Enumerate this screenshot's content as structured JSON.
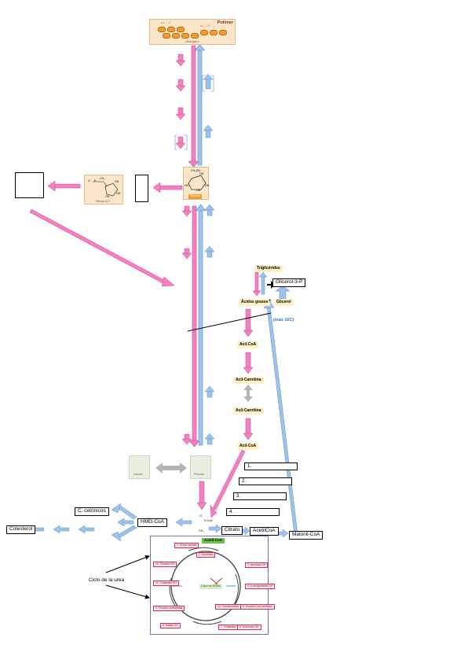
{
  "colors": {
    "pink_arrow": "#f47fc1",
    "blue_arrow": "#9ec3ea",
    "grey_arrow": "#b5b5b5",
    "orange_hex": "#f39a2b",
    "glucose_panel": "#fbe6c9",
    "cycle_panel_border": "#7a6fb8",
    "yellow_label": "#fff0c8",
    "green_badge": "#6cc24a"
  },
  "polymer": {
    "title": "Polímer",
    "row1": "α1 → 4",
    "row2": "α1 → 6",
    "name": "Glucógeno"
  },
  "glucose": {
    "label": "Glucosa",
    "atoms": [
      "CH₂OH",
      "OH",
      "OH",
      "OH",
      "HO"
    ]
  },
  "ribose": {
    "label": "Ribosa 5-P",
    "atoms": [
      "O",
      "P",
      "CH₂",
      "OH",
      "OH",
      "OH"
    ]
  },
  "lipids": {
    "triglycerides": "Triglicéridos",
    "glycerol3p": "Glicerol-3-P",
    "fatty_acids": "Ácidos grasos",
    "plus": "+",
    "glycerol": "Glicerol",
    "note": "(más 16C)",
    "acyl_coa_1": "Acil-CoA",
    "acyl_carnitine_1": "Acil-Carnitina",
    "acyl_carnitine_2": "Acil-Carnitina",
    "acyl_coa_2": "Acil-CoA"
  },
  "three_carbon": {
    "left_label": "Lactato",
    "right_label": "Piruvato"
  },
  "numbered": [
    "1.",
    "2.",
    "3.",
    "4."
  ],
  "acetyl": {
    "label": "S-CoA",
    "ch3": "CH₃",
    "o": "O",
    "badge": "Acetil-CoA"
  },
  "boxes": {
    "c_ketonics": "C. cetónicos",
    "hmg_coa": "HMG-CoA",
    "colesterol": "Colesterol",
    "citrato": "Citrato",
    "acetilcoa": "AcetilCoA",
    "malonil": "Malonil-CoA"
  },
  "cycle": {
    "label": "Ciclo de la urea",
    "center": "Ciclo de Krebs",
    "enzymes": [
      "1. Citrato sintasa",
      "2. Aconitasa",
      "3. Isocitrato DH",
      "4. α-cetoglutarato DH",
      "5. Succinil-CoA sintetasa",
      "6. Succinato DH",
      "7. Fumarasa",
      "8. Malato DH",
      "9. Piruvato carboxilasa",
      "10. Piruvato DH",
      "11. Glutamato DH",
      "12. Transaminasa"
    ]
  }
}
